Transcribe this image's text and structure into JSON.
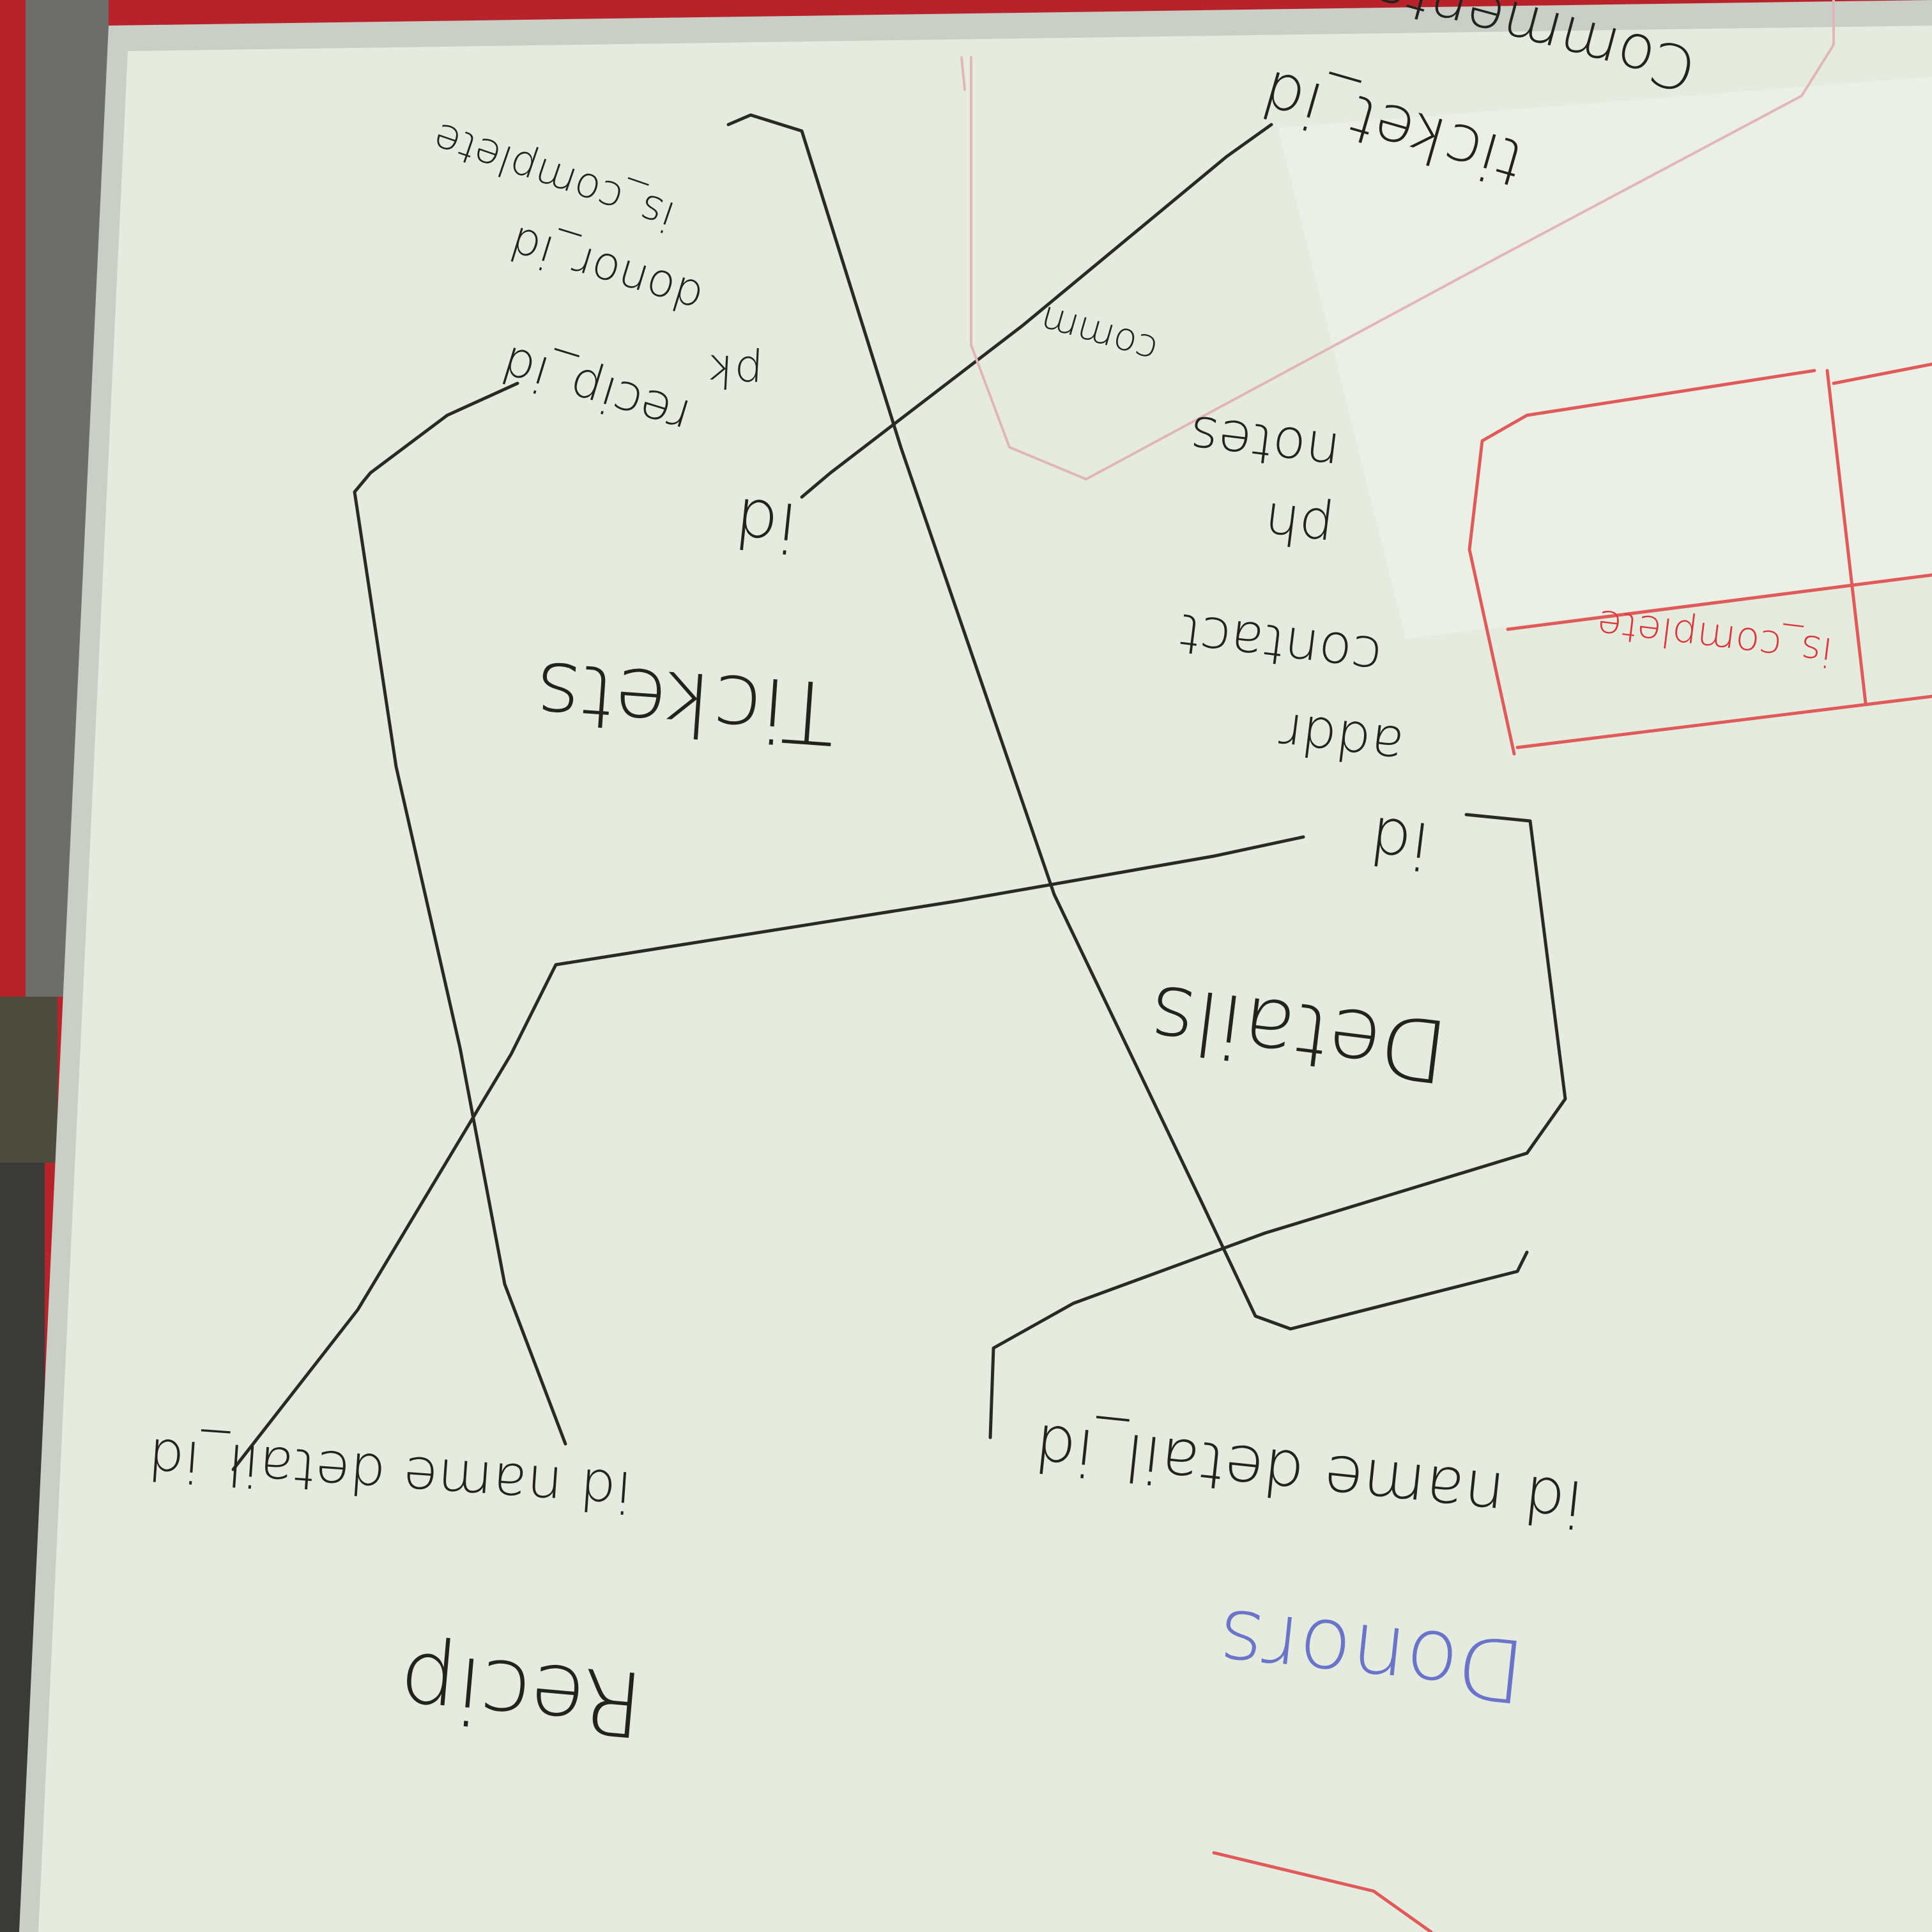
{
  "whiteboard": {
    "colors": {
      "board": "#e6ebe0",
      "frame": "#c9cec6",
      "black_ink": "#2a2a24",
      "blue_ink": "#6a74c8",
      "red_ink": "#e05a5a",
      "pink_ink": "#e0b6b8",
      "background": "#b8232b"
    },
    "orientation": "upside-down (rotated 180°)",
    "tables": {
      "recip": {
        "title": "Recip",
        "fields": "id name detail_id"
      },
      "donors": {
        "title": "Donors",
        "fields": "id name detail_id"
      },
      "tickets": {
        "title": "Tickets",
        "field_id": "id",
        "field_pk": "pk",
        "field_recip_id": "recip_id",
        "field_donor_id": "donor_id",
        "field_is_complete": "is_complete"
      },
      "details": {
        "title": "Details",
        "fields": [
          "id",
          "addr",
          "contact",
          "ph",
          "notes"
        ]
      },
      "comments": {
        "title": "Comments",
        "field_ticket_id": "ticket_id",
        "field_comm": "comm"
      }
    },
    "red_note": "is_complete"
  }
}
